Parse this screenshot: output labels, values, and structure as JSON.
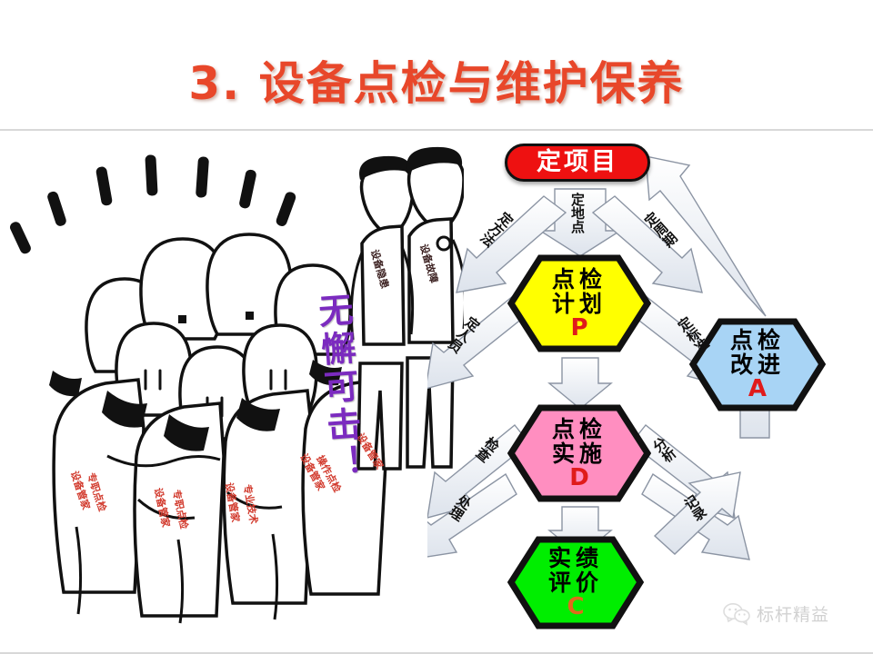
{
  "slide": {
    "title": "3. 设备点检与维护保养",
    "title_color": "#e8472a",
    "background": "#ffffff"
  },
  "cartoon": {
    "slogan": "无懈可击！",
    "slogan_color": "#7b2bbf",
    "uniform_labels": [
      "设备管家 专职点检",
      "设备管家 专业技术",
      "设备管家 操作点检",
      "设备管家 专职点检",
      "设备管家 维护点检"
    ],
    "outsider_labels": [
      "设备隐患",
      "设备故障"
    ],
    "uniform_text_color": "#d23b2e"
  },
  "diagram": {
    "name": "点检 PDCA 循环图",
    "nodes": [
      {
        "id": "project",
        "label": "定项目",
        "shape": "rounded-rect",
        "fill": "#ee1111",
        "text_color": "#ffffff"
      },
      {
        "id": "plan",
        "line1": "点检",
        "line2": "计划",
        "code": "P",
        "shape": "hexagon",
        "fill": "#ffff00",
        "text_color": "#111111",
        "code_color": "#e01b1b"
      },
      {
        "id": "do",
        "line1": "点检",
        "line2": "实施",
        "code": "D",
        "shape": "hexagon",
        "fill": "#ff8ec0",
        "text_color": "#111111",
        "code_color": "#e01b1b"
      },
      {
        "id": "check",
        "line1": "实绩",
        "line2": "评价",
        "code": "C",
        "shape": "hexagon",
        "fill": "#00ee00",
        "text_color": "#111111",
        "code_color": "#e06a1b"
      },
      {
        "id": "act",
        "line1": "点检",
        "line2": "改进",
        "code": "A",
        "shape": "hexagon",
        "fill": "#a8d4f5",
        "text_color": "#111111",
        "code_color": "#e01b1b"
      }
    ],
    "arrow_labels": {
      "to_plan_top": "定地点",
      "to_plan_upper_left": "定方法",
      "to_plan_upper_right": "定周期",
      "to_plan_lower_left": "定人员",
      "to_plan_lower_right": "定标准",
      "to_do_upper_left": "检查",
      "to_do_upper_right": "分析",
      "to_do_lower_left": "处理",
      "to_do_lower_right": "记录"
    }
  },
  "watermark": {
    "text": "标杆精益",
    "icon": "wechat-icon"
  }
}
